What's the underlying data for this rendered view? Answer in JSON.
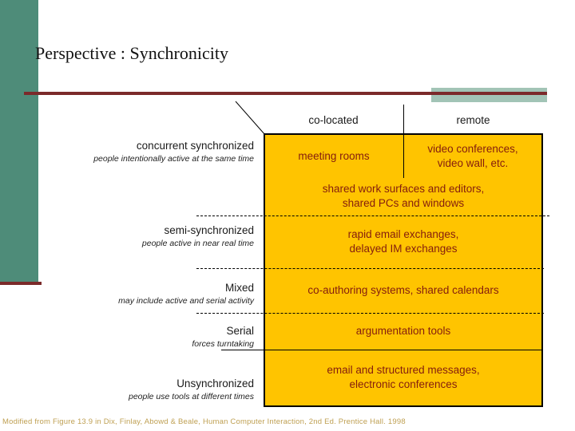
{
  "slide": {
    "title": "Perspective : Synchronicity",
    "caption": "Modified from Figure 13.9 in Dix, Finlay, Abowd & Beale, Human Computer Interaction, 2nd Ed. Prentice Hall. 1998"
  },
  "colors": {
    "sidebar_green": "#4E8C79",
    "accent_teal": "#A2C4B6",
    "accent_maroon": "#7B2A2A",
    "cell_gold": "#FFC400",
    "cell_text_dark_red": "#841D0E",
    "caption_gold": "#BFA053"
  },
  "matrix": {
    "column_headers": [
      "co-located",
      "remote"
    ],
    "row_labels": [
      {
        "label": "concurrent synchronized",
        "sublabel": "people intentionally active at the same time"
      },
      {
        "label": "semi-synchronized",
        "sublabel": "people active in near real time"
      },
      {
        "label": "Mixed",
        "sublabel": "may include active and serial activity"
      },
      {
        "label": "Serial",
        "sublabel": "forces turntaking"
      },
      {
        "label": "Unsynchronized",
        "sublabel": "people use tools at different times"
      }
    ],
    "cells": {
      "concurrent_colocated": "meeting rooms",
      "concurrent_remote": "video conferences,\nvideo wall, etc.",
      "concurrent_span": "shared work surfaces and editors,\nshared PCs and windows",
      "semi_span": "rapid email exchanges,\ndelayed IM exchanges",
      "mixed_span": "co-authoring systems, shared calendars",
      "serial_span": "argumentation tools",
      "unsynchronized_span": "email and structured messages,\nelectronic conferences"
    }
  }
}
